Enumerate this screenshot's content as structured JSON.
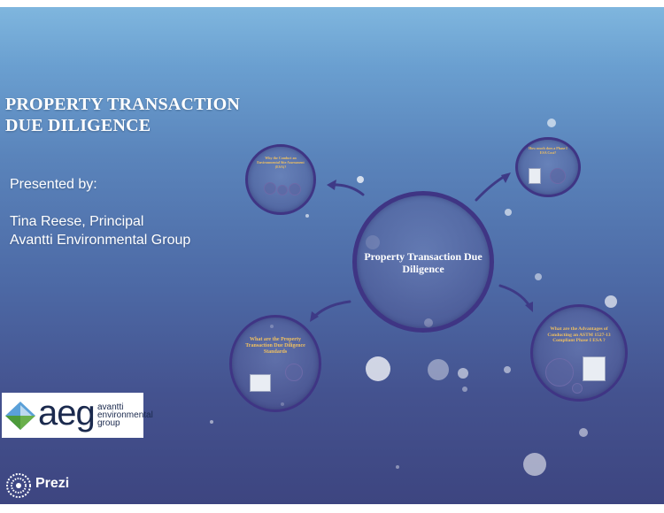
{
  "slide": {
    "title_lines": [
      "PROPERTY TRANSACTION",
      "DUE DILIGENCE"
    ],
    "presented_by": "Presented by:",
    "presenter_name": "Tina Reese, Principal",
    "presenter_org": "Avantti Environmental Group"
  },
  "logo": {
    "word": "aeg",
    "sub_lines": [
      "avantti",
      "environmental",
      "group"
    ]
  },
  "prezi": {
    "label": "Prezi"
  },
  "circles": {
    "main": "Property Transaction Due Diligence",
    "top_left": "Why the Conduct an Environmental Site Assessment (ESA)?",
    "top_right": "How much does a Phase I ESA Cost?",
    "bottom_left": "What are the Property Transaction Due Diligence Standards",
    "bottom_right": "What are the Advantages of Conducting an ASTM 1527-13 Compliant Phase I ESA ?"
  },
  "colors": {
    "accent_text": "#f0c060",
    "circle_border": "#3f3584",
    "background_top": "#7fb6de",
    "background_bottom": "#3d4580"
  }
}
